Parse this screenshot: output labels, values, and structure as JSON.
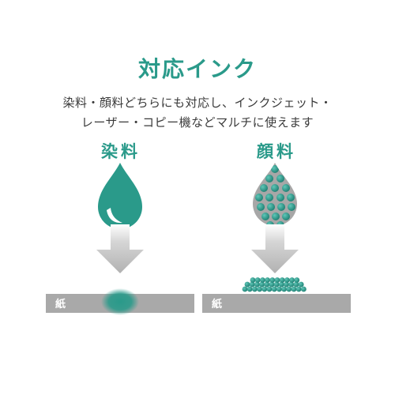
{
  "title": "対応インク",
  "subtitle_lines": [
    "染料・顔料どちらにも対応し、インクジェット・",
    "レーザー・コピー機などマルチに使えます"
  ],
  "columns": [
    {
      "label": "染料",
      "paper_label": "紙"
    },
    {
      "label": "顔料",
      "paper_label": "紙"
    }
  ],
  "colors": {
    "accent": "#2a9a8a",
    "text": "#3a3a3a",
    "paper": "#a9a9a9",
    "arrow": "#b8b8b8",
    "pigment_bg": "#a7a7a7"
  }
}
